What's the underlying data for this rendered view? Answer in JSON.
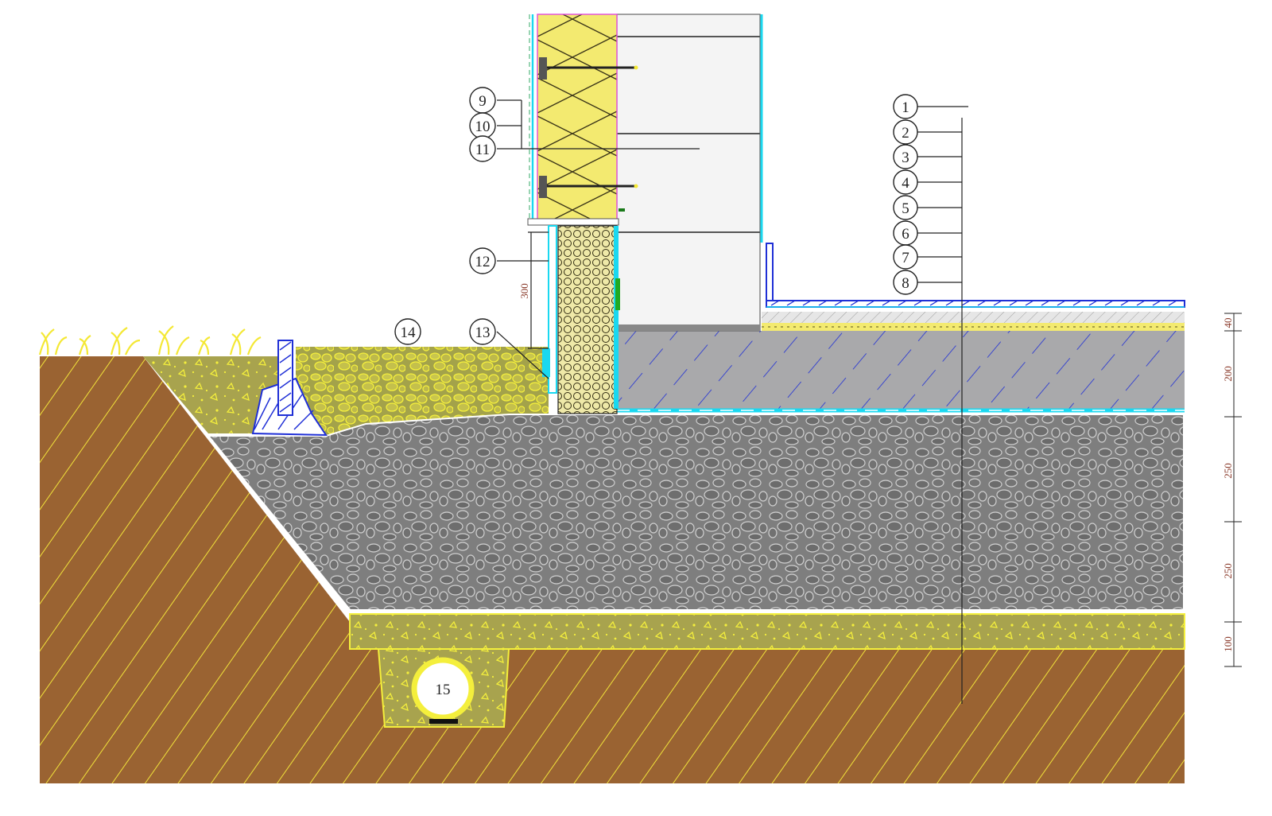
{
  "colors": {
    "soil": "#9a6332",
    "soil_hatch": "#f1e23a",
    "gravel_fill": "#7e7e7e",
    "gravel_outline": "#c9c9c9",
    "concrete_slab": "#a9a9ab",
    "concrete_hatch": "#1f2fd6",
    "insulation": "#f3ea70",
    "sand_bed": "#a8a34e",
    "drainage_stones": "#ecec3a",
    "membrane": "#1ad8f0",
    "wall_panel": "#f4f4f4",
    "block_fill": "#efe9a8",
    "grass": "#f4e834"
  },
  "callouts": {
    "c1": "1",
    "c2": "2",
    "c3": "3",
    "c4": "4",
    "c5": "5",
    "c6": "6",
    "c7": "7",
    "c8": "8",
    "c9": "9",
    "c10": "10",
    "c11": "11",
    "c12": "12",
    "c13": "13",
    "c14": "14",
    "c15": "15"
  },
  "dimensions": {
    "plinth_height": "300",
    "floor_finish": "40",
    "slab": "200",
    "gravel_upper": "250",
    "gravel_lower": "250",
    "sand_bed": "100"
  }
}
